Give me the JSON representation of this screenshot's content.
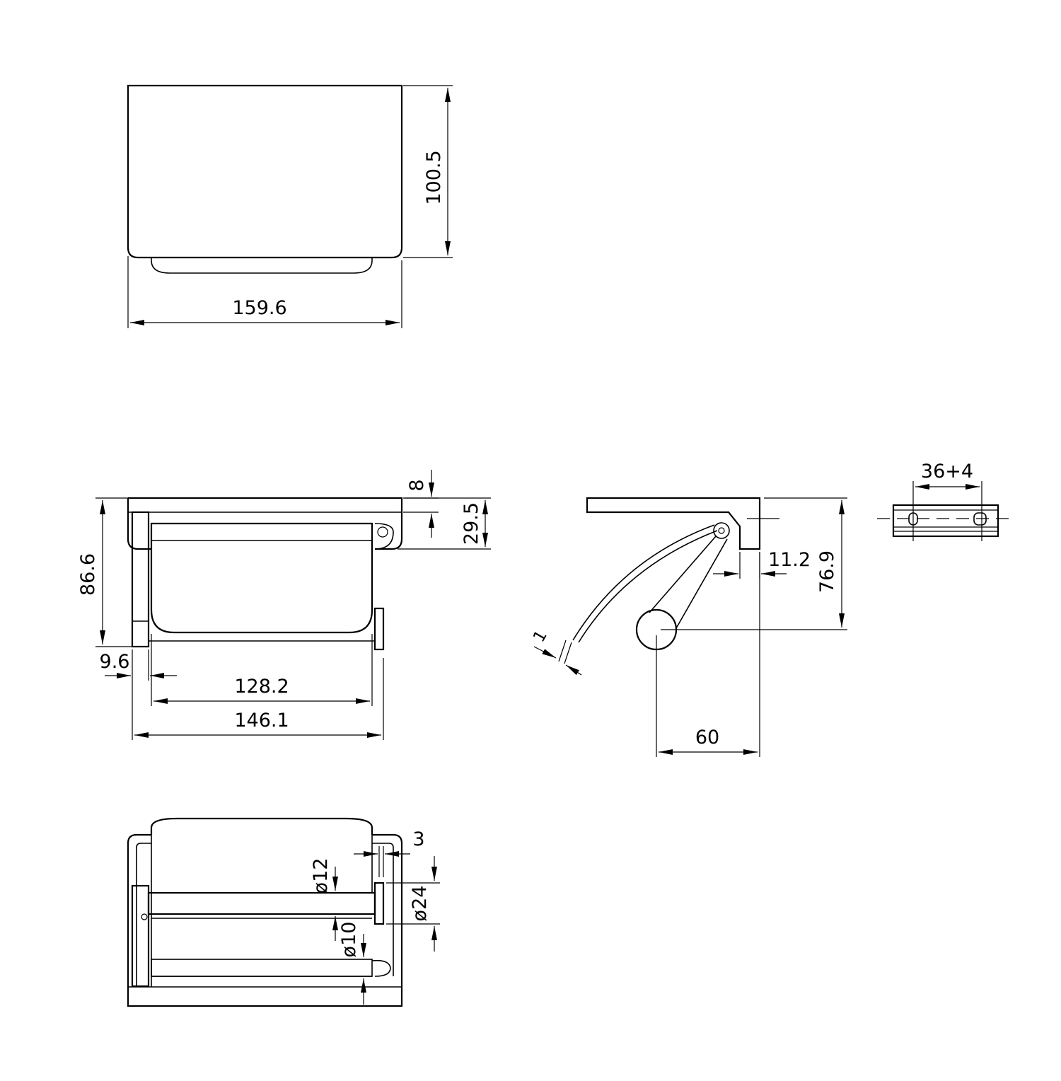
{
  "drawing": {
    "views": {
      "top": {
        "width": "159.6",
        "height": "100.5"
      },
      "front": {
        "shelf_thickness": "8",
        "shelf_height": "29.5",
        "overall_height": "86.6",
        "wall_plate": "9.6",
        "bar_length": "128.2",
        "overall_length": "146.1"
      },
      "side": {
        "flap_thickness": "1",
        "offset": "11.2",
        "drop": "76.9",
        "projection": "60"
      },
      "bracket": {
        "hole_spacing": "36+4"
      },
      "bottom": {
        "gap": "3",
        "dia_12": "ø12",
        "dia_24": "ø24",
        "dia_10": "ø10"
      }
    }
  }
}
